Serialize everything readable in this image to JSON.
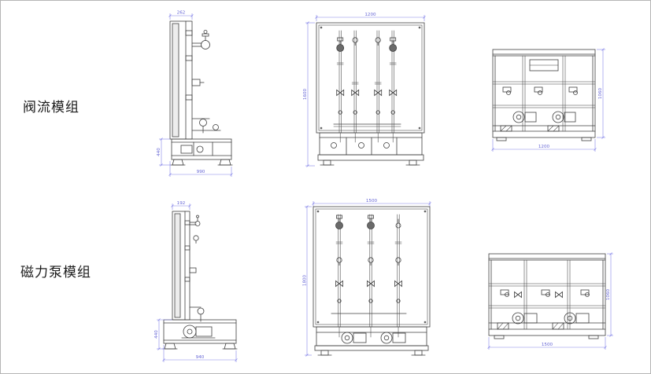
{
  "page": {
    "background": "#ffffff",
    "border_color": "#b5b5b5"
  },
  "colors": {
    "drawing_line": "#3f3f3f",
    "dimension_line": "#8282e8",
    "dimension_text": "#6666d6",
    "label_text": "#1c1c1c"
  },
  "modules": [
    {
      "label": "阀流模组",
      "views": {
        "side": {
          "dims": {
            "top_width": "262",
            "bottom_width": "990",
            "left_height": "440"
          }
        },
        "front": {
          "dims": {
            "top_width": "1200",
            "left_height": "1600"
          }
        },
        "rear": {
          "dims": {
            "right_height": "1060",
            "bottom_width": "1200"
          }
        }
      }
    },
    {
      "label": "磁力泵模组",
      "views": {
        "side": {
          "dims": {
            "top_width": "192",
            "bottom_width": "940",
            "left_height": "440"
          }
        },
        "front": {
          "dims": {
            "top_width": "1500",
            "left_height": "1800"
          }
        },
        "rear": {
          "dims": {
            "right_height": "1060",
            "bottom_width": "1500"
          }
        }
      }
    }
  ]
}
